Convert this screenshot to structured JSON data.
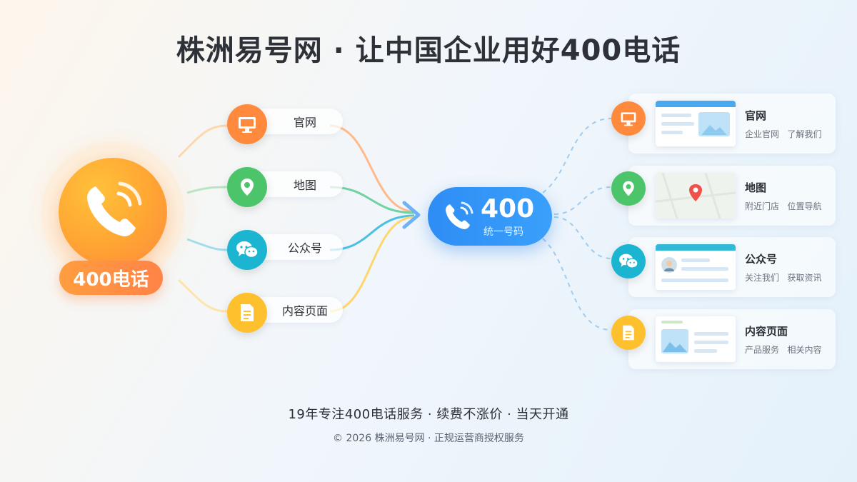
{
  "title": "株洲易号网 · 让中国企业用好400电话",
  "hub": {
    "label": "400电话",
    "icon": "phone-icon"
  },
  "center": {
    "number": "400",
    "subtitle": "统一号码",
    "icon": "phone-icon"
  },
  "left_nodes": [
    {
      "label": "官网",
      "icon": "monitor-icon",
      "color": "#ff8a3d"
    },
    {
      "label": "地图",
      "icon": "map-pin-icon",
      "color": "#4cc46a"
    },
    {
      "label": "公众号",
      "icon": "wechat-icon",
      "color": "#1cb5d1"
    },
    {
      "label": "内容页面",
      "icon": "document-icon",
      "color": "#ffc02e"
    }
  ],
  "right_cards": [
    {
      "title": "官网",
      "desc1": "企业官网",
      "desc2": "了解我们",
      "icon": "monitor-icon",
      "color": "#ff8a3d"
    },
    {
      "title": "地图",
      "desc1": "附近门店",
      "desc2": "位置导航",
      "icon": "map-pin-icon",
      "color": "#4cc46a"
    },
    {
      "title": "公众号",
      "desc1": "关注我们",
      "desc2": "获取资讯",
      "icon": "wechat-icon",
      "color": "#1cb5d1"
    },
    {
      "title": "内容页面",
      "desc1": "产品服务",
      "desc2": "相关内容",
      "icon": "document-icon",
      "color": "#ffc02e"
    }
  ],
  "footer": {
    "line1": "19年专注400电话服务  ·  续费不涨价  ·  当天开通",
    "line2": "© 2026 株洲易号网  ·  正规运营商授权服务"
  }
}
